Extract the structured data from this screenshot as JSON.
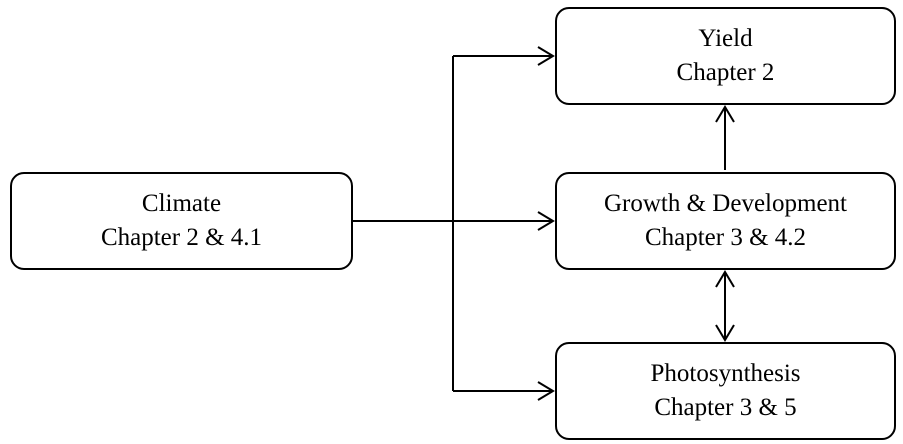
{
  "nodes": {
    "climate": {
      "title": "Climate",
      "subtitle": "Chapter 2 & 4.1"
    },
    "yield": {
      "title": "Yield",
      "subtitle": "Chapter 2"
    },
    "growth": {
      "title": "Growth & Development",
      "subtitle": "Chapter 3 & 4.2"
    },
    "photosynthesis": {
      "title": "Photosynthesis",
      "subtitle": "Chapter 3 & 5"
    }
  },
  "edges": [
    {
      "from": "climate",
      "to": "yield",
      "direction": "forward"
    },
    {
      "from": "climate",
      "to": "growth",
      "direction": "forward"
    },
    {
      "from": "climate",
      "to": "photosynthesis",
      "direction": "forward"
    },
    {
      "from": "growth",
      "to": "yield",
      "direction": "forward"
    },
    {
      "from": "growth",
      "to": "photosynthesis",
      "direction": "both"
    }
  ],
  "colors": {
    "stroke": "#000000",
    "background": "#ffffff"
  }
}
